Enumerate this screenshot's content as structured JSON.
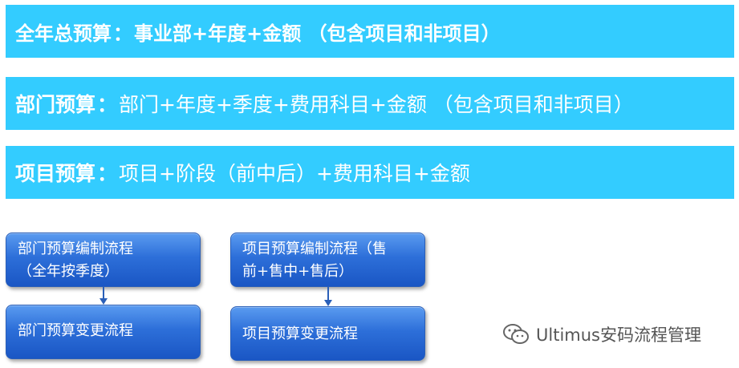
{
  "bars": [
    {
      "title": "全年总预算",
      "separator": "：",
      "content": "事业部+年度+金额 （包含项目和非项目）"
    },
    {
      "title": "部门预算",
      "separator": "：",
      "content": "部门+年度+季度+费用科目+金额 （包含项目和非项目）"
    },
    {
      "title": "项目预算",
      "separator": "：",
      "content": "项目+阶段（前中后）+费用科目+金额"
    }
  ],
  "flow_boxes": {
    "dept_compile": {
      "line1": "部门预算编制流程",
      "line2": "（全年按季度）"
    },
    "dept_change": {
      "line1": "部门预算变更流程"
    },
    "proj_compile": {
      "line1": "项目预算编制流程（售",
      "line2": "前+售中+售后）"
    },
    "proj_change": {
      "line1": "项目预算变更流程"
    }
  },
  "watermark": {
    "text": "Ultimus安码流程管理",
    "icon": "wechat-icon"
  },
  "colors": {
    "bar": "#33ccff",
    "box": "#2d6fd9",
    "arrow": "#2a5fb8"
  }
}
